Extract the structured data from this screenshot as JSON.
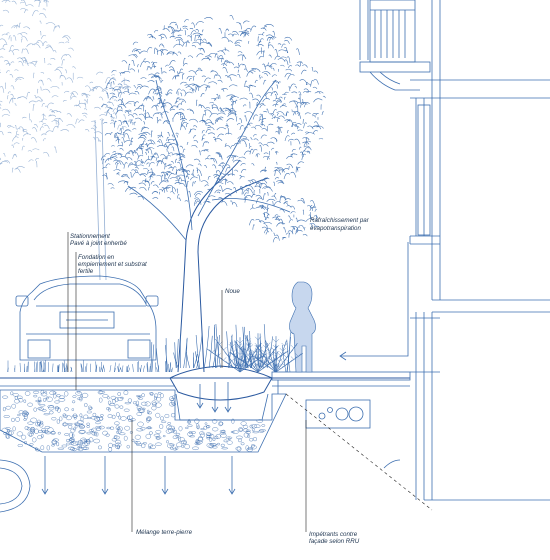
{
  "labels": {
    "parking": "Stationnement",
    "paver": "Pavé à joint enherbé",
    "foundation_1": "Fondation en",
    "foundation_2": "empierrement et substrat",
    "foundation_3": "fertile",
    "noue": "Noue",
    "cooling_1": "Rafraîchissement par",
    "cooling_2": "évapotranspiration",
    "mix": "Mélange terre-pierre",
    "waterproof_1": "Impétrants contre",
    "waterproof_2": "façade selon RRU"
  },
  "colors": {
    "line": "#3d6fb0",
    "line_dark": "#2c5aa0",
    "fill_light": "#e7eef8",
    "text": "#1f3550"
  },
  "icons": [
    "tree-drawing",
    "car-drawing",
    "person-silhouette",
    "building-facade",
    "pipe-duct",
    "rain-arrows"
  ]
}
